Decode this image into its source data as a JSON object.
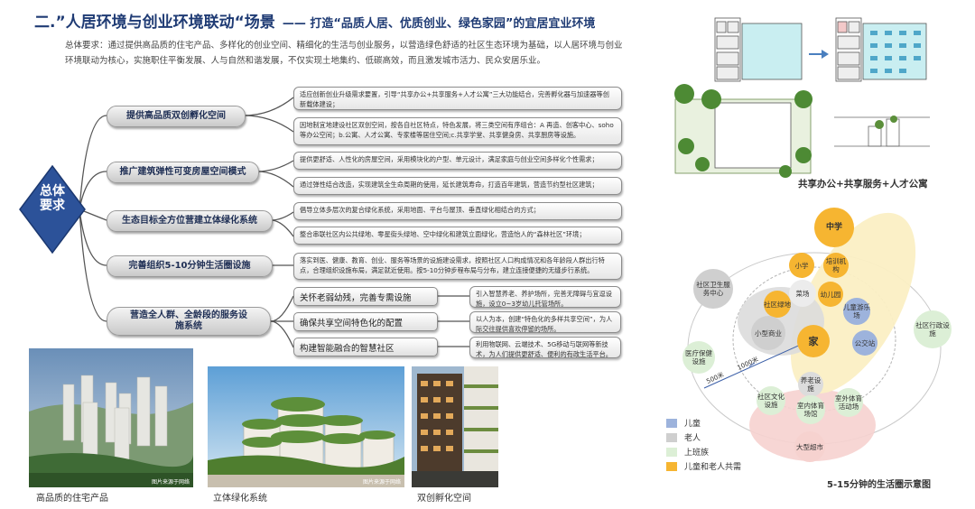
{
  "header": {
    "title": "二.”人居环境与创业环境联动“场景",
    "subtitle": "—— 打造“品质人居、优质创业、绿色家园”的宜居宜业环境"
  },
  "intro": "总体要求：通过提供高品质的住宅产品、多样化的创业空间、精细化的生活与创业服务，以营造绿色舒适的社区生态环境为基础，以人居环境与创业环境联动为核心，实施职住平衡发展、人与自然和谐发展，不仅实现土地集约、低碳高效，而且激发城市活力、民众安居乐业。",
  "center_label": "总体要求",
  "items": [
    {
      "label": "提供高品质双创孵化空间",
      "details": [
        "适应创新创业升级需求要置，引导“共享办公+共享服务+人才公寓”三大功能结合，完善孵化器与加速器等创新载体建设；",
        "因地制宜地建设社区双创空间，按各自社区特点，特色发展，将三类空间有序组合：A 再造、创客中心、soho等办公空间；b.公寓、人才公寓、专家楼等居住空间;c.共享学堂、共享健身房、共享厨房等设施。"
      ]
    },
    {
      "label": "推广建筑弹性可变房屋空间模式",
      "details": [
        "提供更舒适、人性化的房屋空间，采用模块化的户型、单元设计，满足家庭与创业空间多样化个性需求；",
        "通过弹性结合改造，实现建筑全生命周期的使用，延长建筑寿命，打造百年建筑，营造节约型社区建筑；"
      ]
    },
    {
      "label": "生态目标全方位营建立体绿化系统",
      "details": [
        "倡导立体多层次的复合绿化系统，采用地面、平台与屋顶、垂直绿化相结合的方式；",
        "整合串联社区内公共绿地、零星街头绿地、空中绿化和建筑立面绿化，营造怡人的“森林社区”环境；"
      ]
    },
    {
      "label": "完善组织5-10分钟生活圈设施",
      "details": [
        "落实到医、健康、教育、创业、服务等场景的设施建设需求，按照社区人口构成情况和各年龄段人群出行特点，合理组织设施布局，满足就近使用。按5-10分钟步程布局与分布，建立连接便捷的无缝步行系统。"
      ]
    },
    {
      "label": "营造全人群、全龄段的服务设施系统",
      "subs": [
        {
          "label": "关怀老弱幼残，完善专需设施",
          "detail": "引入智慧养老、养护场所，完善无障碍与宜逗设施，设立0~3岁幼儿托管场所。"
        },
        {
          "label": "确保共享空间特色化的配置",
          "detail": "以人为本，创建“特色化的多样共享空间”，为人际交往提供喜欢停留的场所。"
        },
        {
          "label": "构建智能融合的智慧社区",
          "detail": "利用物联网、云端技术、5G移动与联网等新技术，为人们提供更舒适、便利的有政生活平台。"
        }
      ]
    }
  ],
  "photos": [
    {
      "caption": "高品质的住宅产品",
      "watermark": "图片来源于网络"
    },
    {
      "caption": "立体绿化系统",
      "watermark": "图片来源于网络"
    },
    {
      "caption": "双创孵化空间"
    }
  ],
  "plans": {
    "caption": "共享办公+共享服务+人才公寓"
  },
  "life_circle": {
    "caption": "5-15分钟的生活圈示意图",
    "nodes": {
      "middle_school": "中学",
      "primary_school": "小学",
      "training": "培训机构",
      "market": "菜场",
      "kindergarten": "幼儿园",
      "community_green": "社区绿地",
      "small_commerce": "小型商业",
      "home": "家",
      "children_play": "儿童游乐场",
      "bus_station": "公交站",
      "health_center": "社区卫生服务中心",
      "admin": "社区行政设施",
      "medical_care": "医疗保健设施",
      "elderly": "养老设施",
      "culture": "社区文化设施",
      "indoor_sports": "室内体育场馆",
      "outdoor_sports": "室外体育活动场",
      "supermarket": "大型超市"
    },
    "distance_labels": [
      "500米",
      "1000米"
    ],
    "legend": [
      {
        "label": "儿童",
        "color": "#9db3dc"
      },
      {
        "label": "老人",
        "color": "#cfcfcf"
      },
      {
        "label": "上班族",
        "color": "#dcefd6"
      },
      {
        "label": "儿童和老人共需",
        "color": "#f6b531"
      }
    ]
  }
}
